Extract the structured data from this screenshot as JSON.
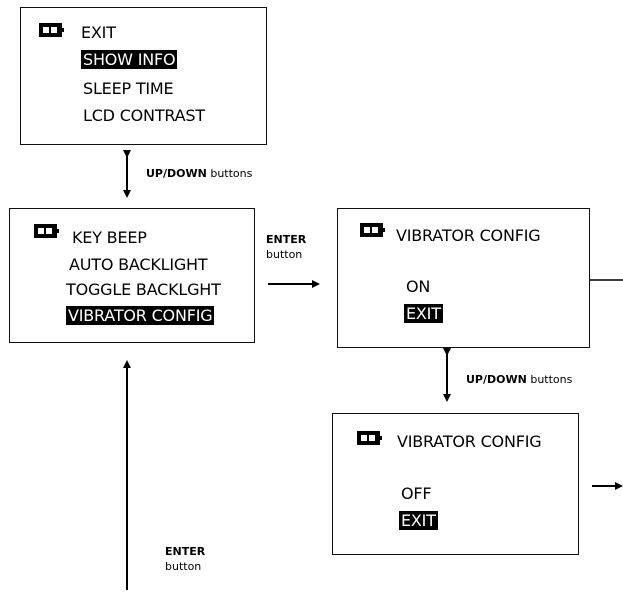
{
  "screens": {
    "main_menu": {
      "items": [
        "EXIT",
        "SHOW INFO",
        "SLEEP TIME",
        "LCD CONTRAST"
      ],
      "selected": "SHOW INFO"
    },
    "settings_menu": {
      "items": [
        "KEY BEEP",
        "AUTO BACKLIGHT",
        "TOGGLE BACKLGHT",
        "VIBRATOR CONFIG"
      ],
      "selected": "VIBRATOR CONFIG"
    },
    "vibrator_on": {
      "title": "VIBRATOR CONFIG",
      "option": "ON",
      "exit": "EXIT"
    },
    "vibrator_off": {
      "title": "VIBRATOR CONFIG",
      "option": "OFF",
      "exit": "EXIT"
    }
  },
  "labels": {
    "updown_top": {
      "bold": "UP/DOWN",
      "rest": " buttons"
    },
    "enter_right": {
      "bold": "ENTER",
      "rest": "button"
    },
    "updown_right": {
      "bold": "UP/DOWN",
      "rest": " buttons"
    },
    "enter_bottom": {
      "bold": "ENTER",
      "rest": "button"
    }
  },
  "icons": [
    "battery-icon"
  ]
}
